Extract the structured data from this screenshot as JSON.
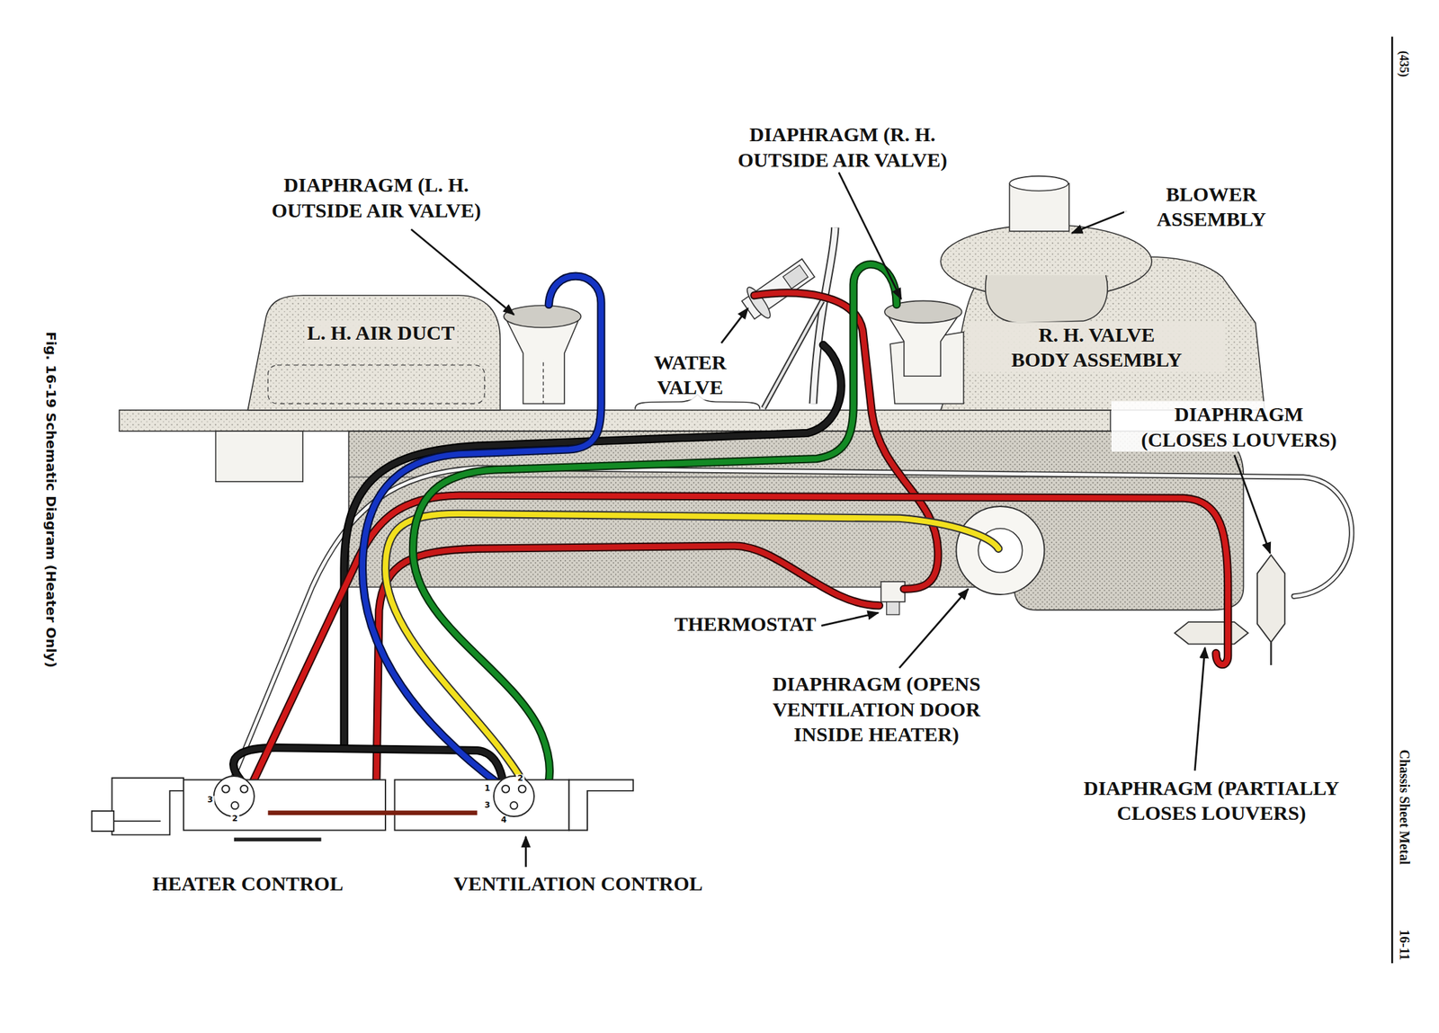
{
  "diagram": {
    "caption": "Fig. 16-19 Schematic Diagram (Heater Only)",
    "labels": [
      "DIAPHRAGM (L. H. OUTSIDE AIR VALVE)",
      "DIAPHRAGM (R. H. OUTSIDE AIR VALVE)",
      "BLOWER ASSEMBLY",
      "L. H. AIR DUCT",
      "WATER VALVE",
      "R. H. VALVE BODY ASSEMBLY",
      "DIAPHRAGM (CLOSES LOUVERS)",
      "THERMOSTAT",
      "DIAPHRAGM (OPENS VENTILATION DOOR INSIDE HEATER)",
      "DIAPHRAGM (PARTIALLY CLOSES LOUVERS)",
      "HEATER CONTROL",
      "VENTILATION CONTROL",
      "3",
      "2",
      "2",
      "1",
      "3",
      "4",
      "(435)",
      "Chassis Sheet Metal",
      "16-11"
    ]
  }
}
